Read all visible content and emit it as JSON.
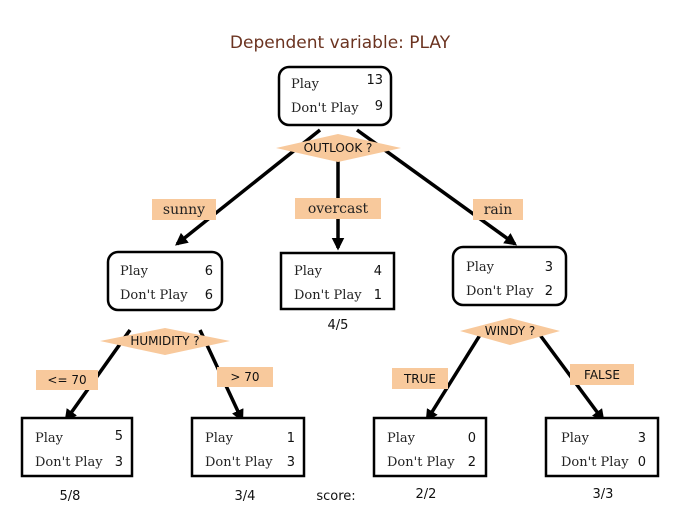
{
  "title": "Dependent variable: PLAY",
  "score_label": "score:",
  "nodes": {
    "root": {
      "play_label": "Play",
      "play": "13",
      "dont_label": "Don't Play",
      "dont": "9"
    },
    "sunny": {
      "play_label": "Play",
      "play": "6",
      "dont_label": "Don't Play",
      "dont": "6"
    },
    "overcast": {
      "play_label": "Play",
      "play": "4",
      "dont_label": "Don't Play",
      "dont": "1",
      "score": "4/5"
    },
    "rain": {
      "play_label": "Play",
      "play": "3",
      "dont_label": "Don't Play",
      "dont": "2"
    },
    "le70": {
      "play_label": "Play",
      "play": "5",
      "dont_label": "Don't Play",
      "dont": "3",
      "score": "5/8"
    },
    "gt70": {
      "play_label": "Play",
      "play": "1",
      "dont_label": "Don't Play",
      "dont": "3",
      "score": "3/4"
    },
    "true": {
      "play_label": "Play",
      "play": "0",
      "dont_label": "Don't Play",
      "dont": "2",
      "score": "2/2"
    },
    "false": {
      "play_label": "Play",
      "play": "3",
      "dont_label": "Don't Play",
      "dont": "0",
      "score": "3/3"
    }
  },
  "questions": {
    "outlook": "OUTLOOK ?",
    "humidity": "HUMIDITY ?",
    "windy": "WINDY ?"
  },
  "edges": {
    "sunny": "sunny",
    "overcast": "overcast",
    "rain": "rain",
    "le70": "<= 70",
    "gt70": "> 70",
    "true": "TRUE",
    "false": "FALSE"
  },
  "colors": {
    "accent": "#f8c99c",
    "title": "#6b3320"
  }
}
